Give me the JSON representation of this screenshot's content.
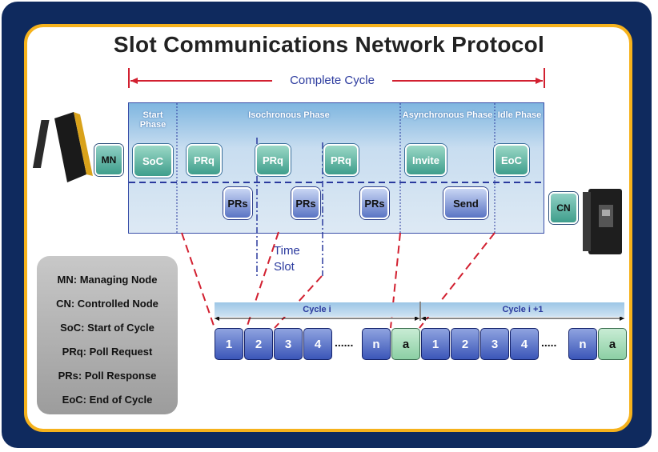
{
  "title": "Slot Communications Network Protocol",
  "complete_cycle_label": "Complete Cycle",
  "phases": [
    {
      "label": "Start Phase"
    },
    {
      "label": "Isochronous Phase"
    },
    {
      "label": "Asynchronous Phase"
    },
    {
      "label": "Idle Phase"
    }
  ],
  "nodes": {
    "mn": "MN",
    "cn": "CN"
  },
  "messages": {
    "soc": "SoC",
    "prq1": "PRq",
    "prq2": "PRq",
    "prq3": "PRq",
    "prs1": "PRs",
    "prs2": "PRs",
    "prs3": "PRs",
    "invite": "Invite",
    "send": "Send",
    "eoc": "EoC"
  },
  "time_slot": {
    "line1": "Time",
    "line2": "Slot"
  },
  "legend": [
    "MN: Managing Node",
    "CN: Controlled Node",
    "SoC: Start of Cycle",
    "PRq: Poll Request",
    "PRs: Poll Response",
    "EoC: End of Cycle"
  ],
  "cycles": [
    {
      "label": "Cycle i",
      "slots": [
        "1",
        "2",
        "3",
        "4"
      ],
      "dots": "......",
      "last": [
        "n",
        "a"
      ]
    },
    {
      "label": "Cycle  i +1",
      "slots": [
        "1",
        "2",
        "3",
        "4"
      ],
      "dots": ".....",
      "last": [
        "n",
        "a"
      ]
    }
  ],
  "colors": {
    "frame": "#0f2a5e",
    "border": "#f6b21c",
    "arrow": "#d22030",
    "dashed": "#2b3a9e"
  }
}
